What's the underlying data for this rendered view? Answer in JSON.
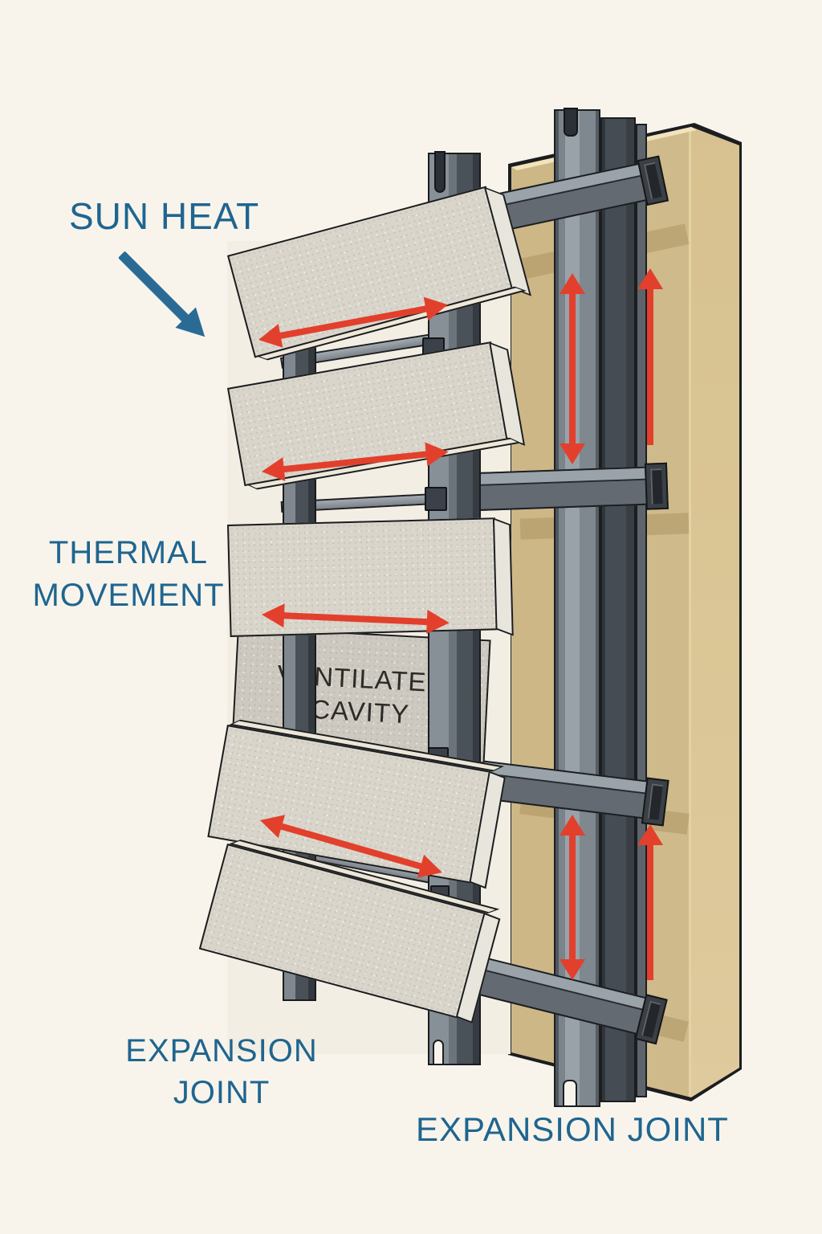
{
  "diagram": {
    "labels": {
      "sun_heat": "SUN HEAT",
      "thermal_movement": "THERMAL\nMOVEMENT",
      "ventilated_cavity": "VENTILATED\nCAVITY",
      "expansion_joint_left": "EXPANSION\nJOINT",
      "expansion_joint_bottom": "EXPANSION JOINT"
    },
    "colors": {
      "background": "#f8f4eb",
      "label_blue": "#1f6590",
      "arrow_red": "#e2402c",
      "sun_arrow_blue": "#2a6b96",
      "wall_tan": "#e4d2a4",
      "wall_side_tan": "#d9c493",
      "panel_gray": "#d9d5cb",
      "insulation_gray": "#cdc9c0",
      "rail_light_gray": "#99a1a9",
      "rail_dark_gray": "#454c53",
      "outline": "#1b1d20"
    },
    "icons": {
      "sun_heat_arrow": "diagonal-arrow-down-right",
      "thermal_horizontal_arrows": "double-headed-horizontal-arrow",
      "rail_vertical_arrows": "double-headed-vertical-arrow",
      "wall_vertical_arrows": "up-arrow"
    }
  }
}
